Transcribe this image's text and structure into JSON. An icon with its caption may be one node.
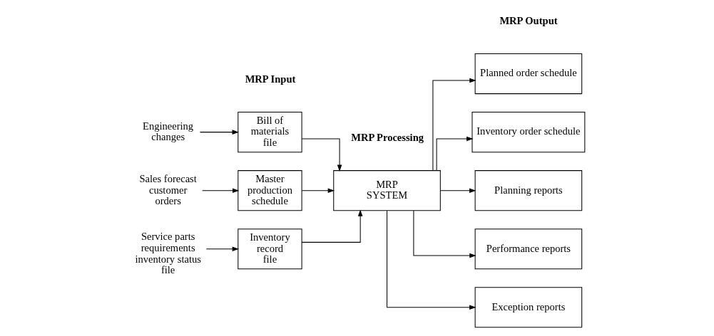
{
  "diagram": {
    "nodes": [
      {
        "text": [
          "Engineering changes"
        ]
      },
      {
        "text": [
          "Sales forecast customer orders"
        ]
      },
      {
        "text": [
          "Service parts requirements inventory status file"
        ]
      },
      {
        "text": [
          "Bill of materials file"
        ]
      },
      {
        "text": [
          "Master production schedule"
        ]
      },
      {
        "text": [
          "Inventory record file"
        ]
      },
      {
        "text": [
          "MRP SYSTEM"
        ]
      },
      {
        "text": [
          "Planned order schedule"
        ]
      },
      {
        "text": [
          "Inventory order schedule"
        ]
      },
      {
        "text": [
          "Planning reports"
        ]
      },
      {
        "text": [
          "Performance reports"
        ]
      },
      {
        "text": [
          "Exception reports"
        ]
      }
    ],
    "edges": [
      {
        "from": 0,
        "to": 3,
        "arrow": "to"
      },
      {
        "from": 1,
        "to": 4,
        "arrow": "to"
      },
      {
        "from": 2,
        "to": 5,
        "arrow": "to"
      },
      {
        "from": 3,
        "to": 6,
        "arrow": "to"
      },
      {
        "from": 4,
        "to": 6,
        "arrow": "to"
      },
      {
        "from": 5,
        "to": 6,
        "arrow": "to"
      },
      {
        "from": 6,
        "to": 7,
        "arrow": "to"
      },
      {
        "from": 6,
        "to": 8,
        "arrow": "to"
      },
      {
        "from": 6,
        "to": 9,
        "arrow": "to"
      },
      {
        "from": 6,
        "to": 10,
        "arrow": "to"
      },
      {
        "from": 6,
        "to": 11,
        "arrow": "to"
      }
    ],
    "labels": [
      "MRP Input",
      "MRP Processing",
      "MRP Output"
    ]
  }
}
